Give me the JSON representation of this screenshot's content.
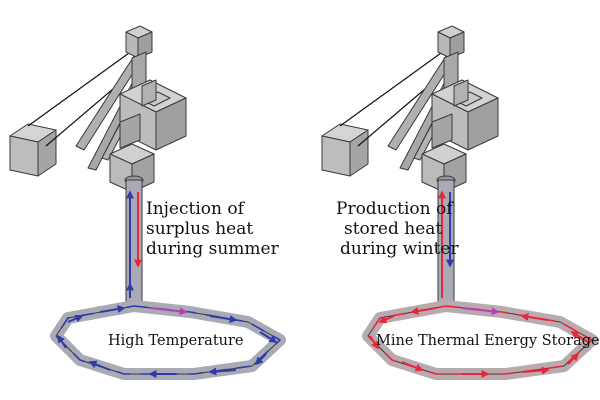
{
  "colors": {
    "hot_arrow": "#e8283a",
    "cold_arrow": "#2f3ca8",
    "transfer_arrow": "#b83fb8",
    "structure_fill": "#bdbdbd",
    "structure_dark": "#9a9a9a",
    "tunnel_fill": "#a9aab5"
  },
  "left_panel": {
    "annotation_lines": [
      "Injection of",
      "surplus heat",
      "during summer"
    ],
    "loop_label": "High Temperature"
  },
  "right_panel": {
    "annotation_lines": [
      "Production of",
      "stored heat",
      "during winter"
    ],
    "loop_label": "Mine Thermal Energy Storage"
  }
}
